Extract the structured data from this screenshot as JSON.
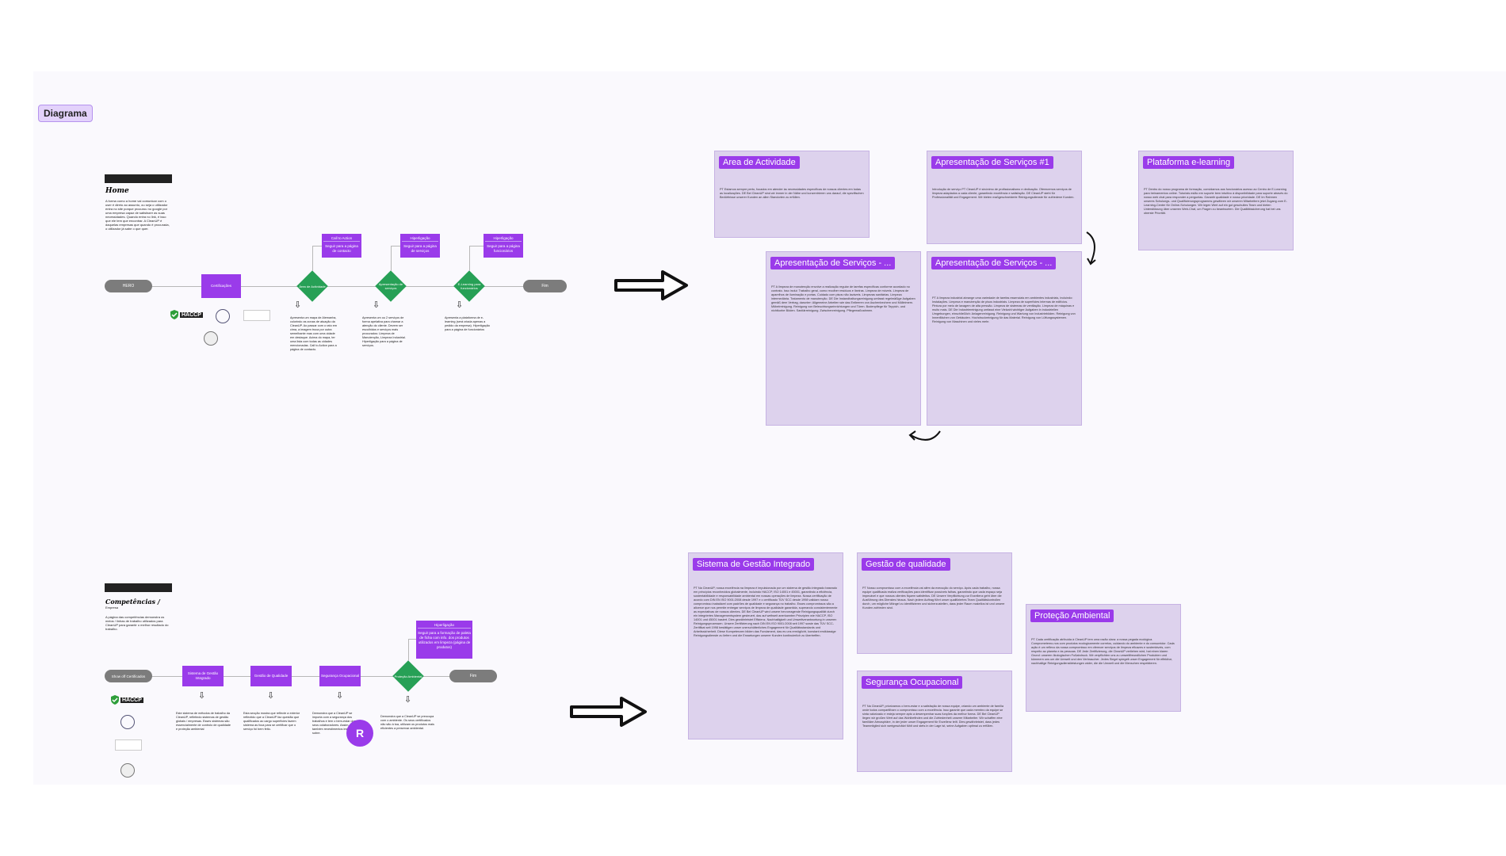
{
  "canvas": {
    "label": "Diagrama"
  },
  "top_flow": {
    "title": "Home",
    "intro": "A forma como a home vai comunicar com o user é direto ao assunto, ou seja o utilizador entra no site porque procurou no google por uma empresa capaz de satisfazer as suas necessidades. Quando entra no link, é isso que ele tem que encontrar. A CleanUP é daquelas empresas que quando é procurada, o utilizador já sabe o que quer.",
    "nodes": {
      "start": "HERO",
      "cert": "Certificações",
      "d1": "Área de Actividade",
      "d2": "Apresentação de serviços",
      "d3": "E-Learning para funcionários",
      "end": "Fim"
    },
    "callouts": {
      "c1_title": "Call to Action",
      "c1_text": "Seguir para a página de contacto",
      "c2_title": "Hiperligação",
      "c2_text": "Seguir para a página de serviços",
      "c3_title": "Hiperligação",
      "c3_text": "Seguir para a página funcionários"
    },
    "notes": {
      "n1": "Apresenta um mapa de Alemanha, colorindo as zonas de atuação da CleanUP. Ao passar com o rato em cima, a imagem troca por outra semelhante mas com uma cidade em destaque. Acima do mapa, ter uma lista com todas as cidades mencionadas. Call to Action para a página de contacto.",
      "n2": "Apresenta um ou 2 serviços de forma apelativa para chamar a atenção do cliente. Devem ser escolhidos e serviços mais procurados: Limpeza de Manutenção, Limpeza Industrial. Hiperligação para a página de serviços.",
      "n3": "Apresenta a plataforma de e-learning (será criada apenas a pedido da empresa). Hiperligação para a página de funcionários"
    }
  },
  "bottom_flow": {
    "title": "Competências /",
    "subtitle": "Empresa",
    "intro": "A página das competências demonstra os meios / linhas de trabalho utilizados para CleanUP para garantir o melhor resultado do trabalho.",
    "nodes": {
      "start": "Show off Certificados",
      "s1": "Sistema de Gestão Integrado",
      "s2": "Gestão de Qualidade",
      "s3": "Segurança Ocupacional",
      "d1": "Proteção Ambiental",
      "end": "Fim"
    },
    "callout_title": "Hiperligação",
    "callout_text": "Seguir para a formação de paleta de ficha com info. dos produtos utilizados em limpeza (página de produtos)",
    "notes": {
      "n1": "Este sistema de métodos de trabalho da CleanUP, refletindo sistemas de gestão globais / empresas. Esses sistemas são essencialmente de controlo de qualidade e proteção ambiental",
      "n2": "Esta secção mostra que reflecte a exterior reflectido que a CleanUP faz questão que qualificados ao cargo superficies fazem sistema as foca para se certificar que o serviço foi bem feito.",
      "n3": "Demonstra que a CleanUP se importa com a segurança dos trabalhos e tem o bem-estar dos seus colaboradores. Assim, estes também revestimentos instruídos sobre.",
      "n4": "Demonstra que a CleanUP se preocupa com o ambiente. Os seus certificados não são à toa, utilizam os produtos mais eficientes a preservar ambiental."
    },
    "avatar": "R"
  },
  "cards": {
    "area": {
      "title": "Area de Actividade",
      "body": "PT Estamos sempre perto, focados em atender às necessidades específicas de nossos clientes em todas as localizações. DE Bei CleanUP sind wir immer in der Nähe und konzentrieren uns darauf, die spezifischen Bedürfnisse unserer Kunden an allen Standorten zu erfüllen."
    },
    "serv1": {
      "title": "Apresentação de Serviços #1",
      "body": "Introdução de serviço PT CleanUP é sinónimo de profissionalismo e dedicação. Oferecemos serviços de limpeza adaptados a cada cliente, garantindo excelência e satisfação. DE CleanUP steht für Professionalität und Engagement. Wir bieten maßgeschneiderte Reinigungsdienste für zufriedene Kunden."
    },
    "elearn": {
      "title": "Plataforma e-learning",
      "body": "PT Dentro do nosso programa de formação, convidamos aos funcionários acesso ao Centro de E-Learning para treinamentos online. Tutoriais estão em suporte bem intuitivo à disponibilidade para suporte através do nosso web chat para responder a perguntas. Garantir qualidade e nosso prioridade. DE Im Rahmen unseres Schulungs- und Qualifizierungsprogramms gewähren wir unseren Mitarbeitern jetzt Zugang zum E-Learning-Center für Online-Schulungen. Wir legen Wert auf ein gut geschultes Team und bieten Unterstützung über unseren Web-Chat, um Fragen zu beantworten. Die Qualitätssicherung hat bei uns oberste Priorität."
    },
    "serv2": {
      "title": "Apresentação de Serviços - ...",
      "body": "PT A limpeza de manutenção envolve a realização regular de tarefas específicas conforme acordado no contrato. Isso inclui: Trabalho geral, como recolher resíduos e lixeiras. Limpeza de móveis. Limpeza de aparelhos de iluminação e portas. Cuidado com pisos não laváveis. Limpezas sanitárias. Limpeza intermediária. Tratamento de manutenção. DE Die Instandhaltungsreinigung umfasst regelmäßige Aufgaben gemäß dem Vertrag, darunter: Allgemeine Arbeiten wie das Entleeren von Aschenbechern und Mülleimern. Möbelreinigung. Reinigung von Beleuchtungseinrichtungen und Türen. Bodenpflege für Teppich- und nichtkorbe Böden. Sanitärreinigung. Zwischenreinigung. Pflegemaßnahmen."
    },
    "serv3": {
      "title": "Apresentação de Serviços - ...",
      "body": "PT A limpeza industrial abrange uma variedade de tarefas essenciais em ambientes industriais, incluindo: Instalações. Limpeza e manutenção de pisos industriais. Limpeza de superfícies internas de edifícios. Pintura por meio de lavagem de alta pressão. Limpeza de sistemas de ventilação. Limpeza de máquinas e muito mais. DE Die Industriereinigung umfasst eine Vielzahl wichtiger Aufgaben in industriellen Umgebungen, einschließlich: Anlagenreinigung. Reinigung und Wartung von Industrieböden. Reinigung von Innenflächen von Gebäuden. Hochdruckreinigung für das Material. Reinigung von Lüftungssystemen. Reinigung von Maschinen und vieles mehr."
    },
    "sgi": {
      "title": "Sistema de Gestão Integrado",
      "body": "PT Na CleanUP, nossa excelência na limpeza é impulsionada por um sistema de gestão integrado baseado em princípios reconhecidos globalmente, incluindo HACCP, ISO 14001 e 45001, garantindo a eficiência, sustentabilidade e responsabilidade ambiental em nossas operações de limpeza. Nossa certificação de acordo com DIN EN ISO 9001:2008 desde 1997 e o certificado TÜV SCC desde 1998 validam nosso compromisso inabalável com padrões de qualidade e segurança no trabalho. Esses compromissos são a alicerce que nos permite entregar serviços de limpeza de qualidade garantida, superando consistentemente as expectativas de nossos clientes. DE Bei CleanUP wird unsere hervorragende Reinigungsqualität durch ein integriertes Managementsystem gesteuert, das auf weltweit anerkannten Prinzipien wie HACCP, ISO 14001 und 45001 basiert. Dies gewährleistet Effizienz, Nachhaltigkeit und Umweltverantwortung in unseren Reinigungsprozessen. Unsere Zertifizierung nach DIN EN ISO 9001:2008 seit 1997 sowie das TÜV SCC-Zertifikat seit 1998 bestätigen unser unerschütterliches Engagement für Qualitätsstandards und Arbeitssicherheit. Diese Kompetenzen bilden das Fundament, das es uns ermöglicht, konstant erstklassige Reinigungsdienste zu liefern und die Erwartungen unserer Kunden kontinuierlich zu übertreffen."
    },
    "gq": {
      "title": "Gestão de qualidade",
      "body": "PT Nosso compromisso com a excelência vai além da execução do serviço. Após cada trabalho, nossa equipe qualificada realiza verificações para identificar possíveis falhas, garantindo que cada espaço seja impecável e que nossos clientes fiquem satisfeitos. DE Unsere Verpflichtung zur Exzellenz geht über die Ausführung des Dienstes hinaus. Nach jedem Auftrag führt unser qualifiziertes Team Qualitätskontrollen durch, um mögliche Mängel zu identifizieren und sicherzustellen, dass jeder Raum makellos ist und unsere Kunden zufrieden sind."
    },
    "pa": {
      "title": "Proteção Ambiental",
      "body": "PT Cada certificação atribuída à CleanUP tem uma razão clara: a nossa pegada ecológica. Comprometemo-nos com produtos ecologicamente corretos, cuidando do ambiente e do consumidor. Cada ação é um reflexo da nossa compromisso em oferecer serviços de limpeza eficazes e sustentáveis, com respeito ao planeta e às pessoas. DE Jede Zertifizierung, die CleanUP verliehen wird, hat einen klaren Grund: unseren ökologischen Fußabdruck. Wir verpflichten uns zu umweltfreundlichen Produkten und kümmern uns um die Umwelt und den Verbraucher. Jedes Siegel spiegelt unser Engagement für effektive, nachhaltige Reinigungsdienstleistungen wider, die die Umwelt und die Menschen respektieren."
    },
    "so": {
      "title": "Segurança Ocupacional",
      "body": "PT Na CleanUP, priorizamos o bem-estar e a satisfação de nossa equipe, criando um ambiente de família onde todos compartilham o compromisso com a excelência. Isso garante que cada membro da equipe se sinta valorizado e esteja sempre apto a desempenhar suas funções da melhor forma. DE Bei CleanUP liegen wir großen Wert auf das Wohlbefinden und die Zufriedenheit unserer Mitarbeiter. Wir schaffen eine familiäre Atmosphäre, in der jeder unser Engagement für Exzellenz teilt. Dies gewährleistet, dass jedes Teammitglied sich wertgeschätzt fühlt und stets in der Lage ist, seine Aufgaben optimal zu erfüllen."
    }
  },
  "logos": {
    "haccp": "HACCP"
  },
  "colors": {
    "purple": "#9a3bea",
    "green": "#27a056",
    "card": "#ddd2ed",
    "pill": "#7c7c7c"
  }
}
